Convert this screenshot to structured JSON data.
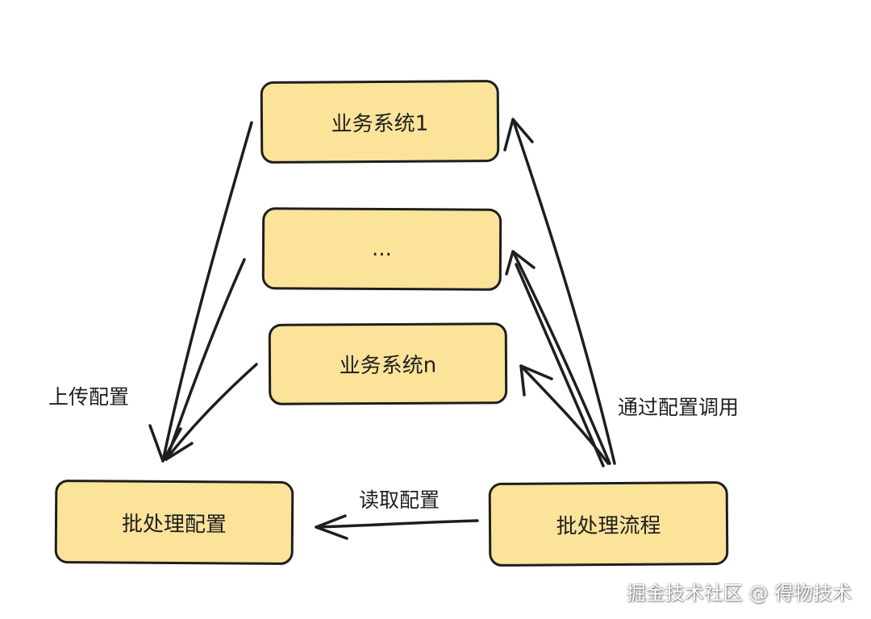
{
  "nodes": {
    "business_system_1": "业务系统1",
    "ellipsis": "...",
    "business_system_n": "业务系统n",
    "batch_config": "批处理配置",
    "batch_flow": "批处理流程"
  },
  "edges": {
    "upload_label": "上传配置",
    "invoke_label": "通过配置调用",
    "read_label": "读取配置"
  },
  "watermark": "掘金技术社区 @ 得物技术",
  "colors": {
    "node_fill": "#fbe39a",
    "stroke": "#1e1e1e",
    "background": "#ffffff"
  }
}
